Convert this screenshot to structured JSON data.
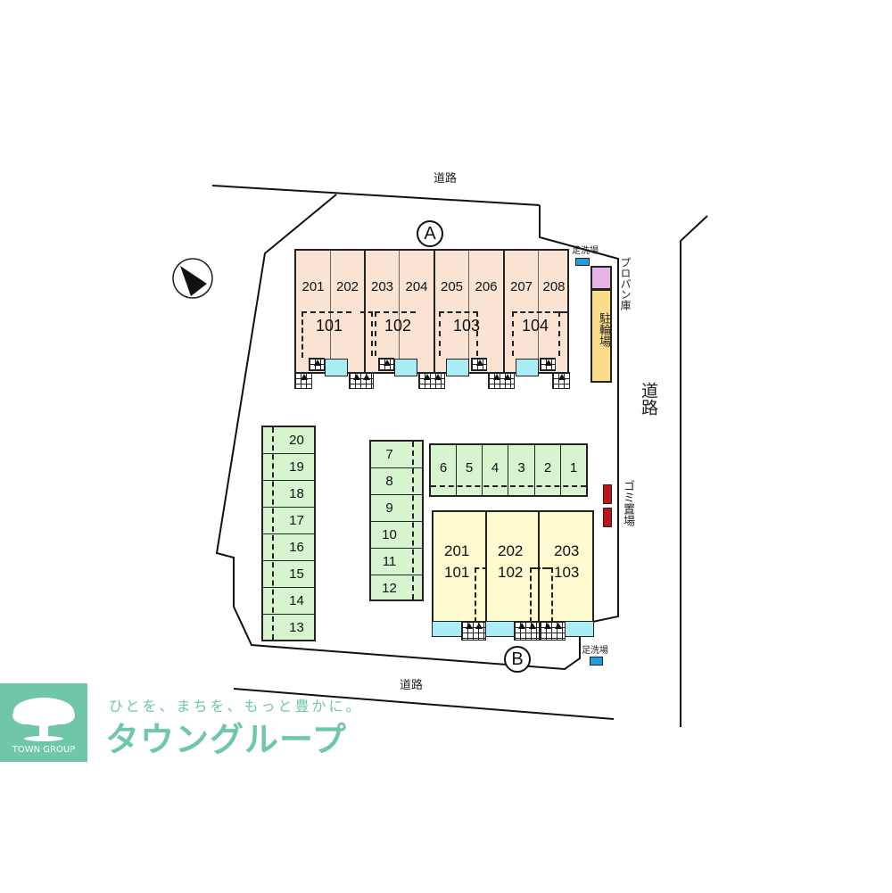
{
  "map": {
    "roads": {
      "top": "道路",
      "right": "道路",
      "bottom": "道路"
    },
    "building_markers": {
      "a": "A",
      "b": "B"
    },
    "building_a": {
      "upper_units": [
        "201",
        "202",
        "203",
        "204",
        "205",
        "206",
        "207",
        "208"
      ],
      "lower_units": [
        "101",
        "102",
        "103",
        "104"
      ]
    },
    "building_b": {
      "units": [
        {
          "upper": "201",
          "lower": "101"
        },
        {
          "upper": "202",
          "lower": "102"
        },
        {
          "upper": "203",
          "lower": "103"
        }
      ]
    },
    "parking": {
      "row_horizontal": [
        "6",
        "5",
        "4",
        "3",
        "2",
        "1"
      ],
      "column_middle": [
        "7",
        "8",
        "9",
        "10",
        "11",
        "12"
      ],
      "column_left": [
        "20",
        "19",
        "18",
        "17",
        "16",
        "15",
        "14",
        "13"
      ]
    },
    "facilities": {
      "foot_wash_top": "足洗場",
      "foot_wash_bottom": "足洗場",
      "propane_storage": "プロパン庫",
      "bicycle_parking": "駐輪場",
      "garbage_area": "ゴミ置場"
    },
    "compass": "north-arrow",
    "colors": {
      "building_a": "#fbe3d3",
      "building_b": "#fdfacf",
      "parking": "#d6f5cf",
      "entrance": "#a8eef4",
      "foot_wash": "#1ea0e0",
      "propane": "#e8b4e6",
      "bicycle": "#fbdc8a",
      "garbage": "#c0141c",
      "brand": "#6fc7a8"
    }
  },
  "branding": {
    "logo_text": "TOWN GROUP",
    "tagline": "ひとを、まちを、もっと豊かに。",
    "name": "タウングループ"
  }
}
